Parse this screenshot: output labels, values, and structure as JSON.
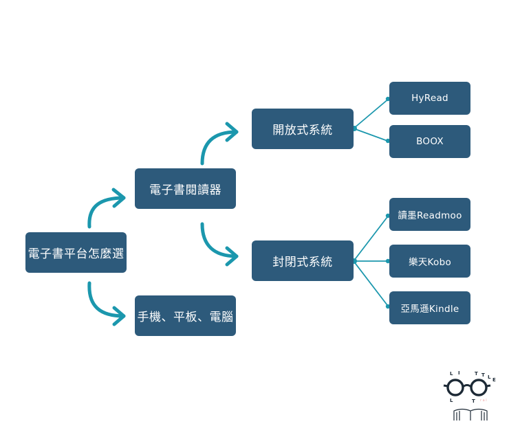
{
  "diagram": {
    "root": {
      "label": "電子書平台怎麼選"
    },
    "reader": {
      "label": "電子書閱讀器"
    },
    "devices": {
      "label": "手機、平板、電腦"
    },
    "open_system": {
      "label": "開放式系統"
    },
    "closed_system": {
      "label": "封閉式系統"
    },
    "open_leaves": [
      {
        "label": "HyRead"
      },
      {
        "label": "BOOX"
      }
    ],
    "closed_leaves": [
      {
        "label": "讀墨Readmoo"
      },
      {
        "label": "樂天Kobo"
      },
      {
        "label": "亞馬遜Kindle"
      }
    ]
  },
  "logo": {
    "text_top": "LITTLE",
    "text_bottom": "LT"
  },
  "colors": {
    "node_fill": "#2d5a7b",
    "node_text": "#ffffff",
    "arrow": "#1b97ad",
    "logo_ink": "#1d2a36"
  }
}
